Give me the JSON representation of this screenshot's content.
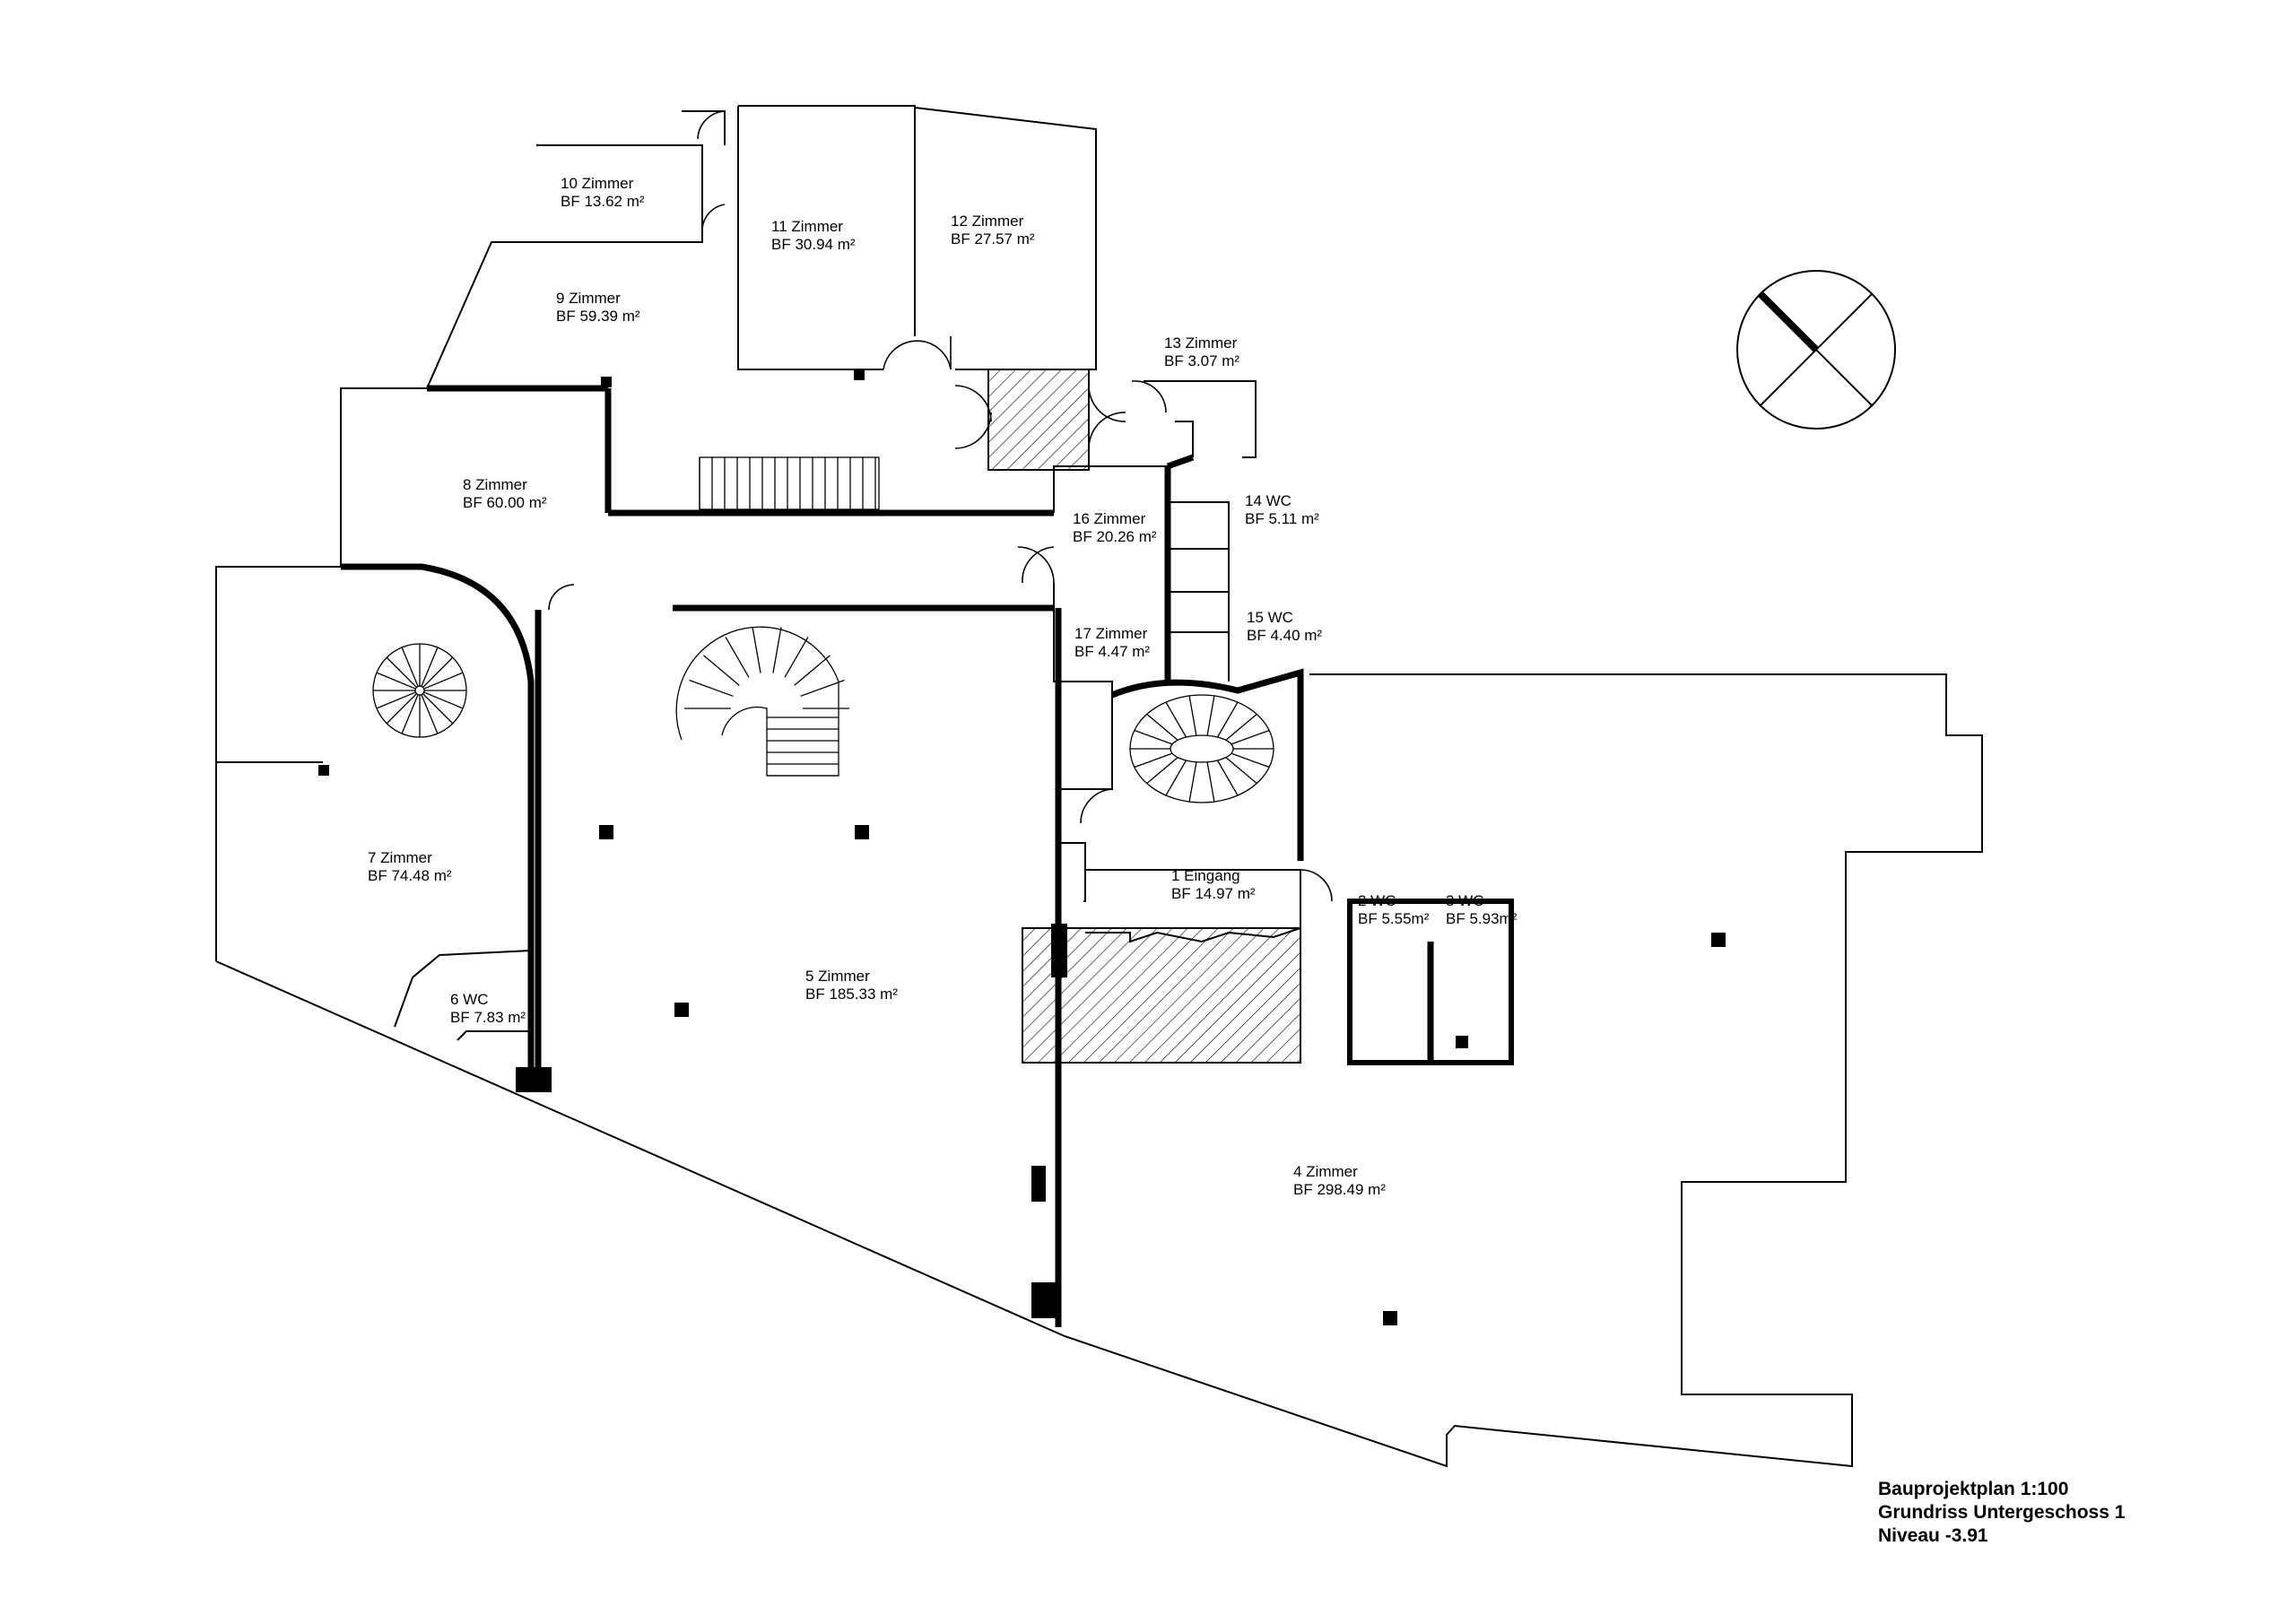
{
  "rooms": [
    {
      "id": "r1",
      "name": "1 Eingang",
      "area": "BF  14.97 m²"
    },
    {
      "id": "r2",
      "name": "2 WC",
      "area": "BF  5.55m²"
    },
    {
      "id": "r3",
      "name": "3 WC",
      "area": "BF  5.93m²"
    },
    {
      "id": "r4",
      "name": "4 Zimmer",
      "area": "BF  298.49 m²"
    },
    {
      "id": "r5",
      "name": "5 Zimmer",
      "area": "BF  185.33 m²"
    },
    {
      "id": "r6",
      "name": "6 WC",
      "area": "BF  7.83 m²"
    },
    {
      "id": "r7",
      "name": "7 Zimmer",
      "area": "BF  74.48 m²"
    },
    {
      "id": "r8",
      "name": "8 Zimmer",
      "area": "BF  60.00 m²"
    },
    {
      "id": "r9",
      "name": "9 Zimmer",
      "area": "BF  59.39 m²"
    },
    {
      "id": "r10",
      "name": "10 Zimmer",
      "area": "BF  13.62 m²"
    },
    {
      "id": "r11",
      "name": "11 Zimmer",
      "area": "BF  30.94 m²"
    },
    {
      "id": "r12",
      "name": "12 Zimmer",
      "area": "BF  27.57 m²"
    },
    {
      "id": "r13",
      "name": "13 Zimmer",
      "area": "BF  3.07 m²"
    },
    {
      "id": "r14",
      "name": "14 WC",
      "area": "BF  5.11 m²"
    },
    {
      "id": "r15",
      "name": "15 WC",
      "area": "BF  4.40 m²"
    },
    {
      "id": "r16",
      "name": "16 Zimmer",
      "area": "BF  20.26 m²"
    },
    {
      "id": "r17",
      "name": "17 Zimmer",
      "area": "BF  4.47 m²"
    }
  ],
  "title_block": {
    "line1": "Bauprojektplan 1:100",
    "line2": "Grundriss Untergeschoss 1",
    "line3": "Niveau -3.91"
  },
  "north_arrow": {
    "icon": "north-arrow-icon"
  }
}
